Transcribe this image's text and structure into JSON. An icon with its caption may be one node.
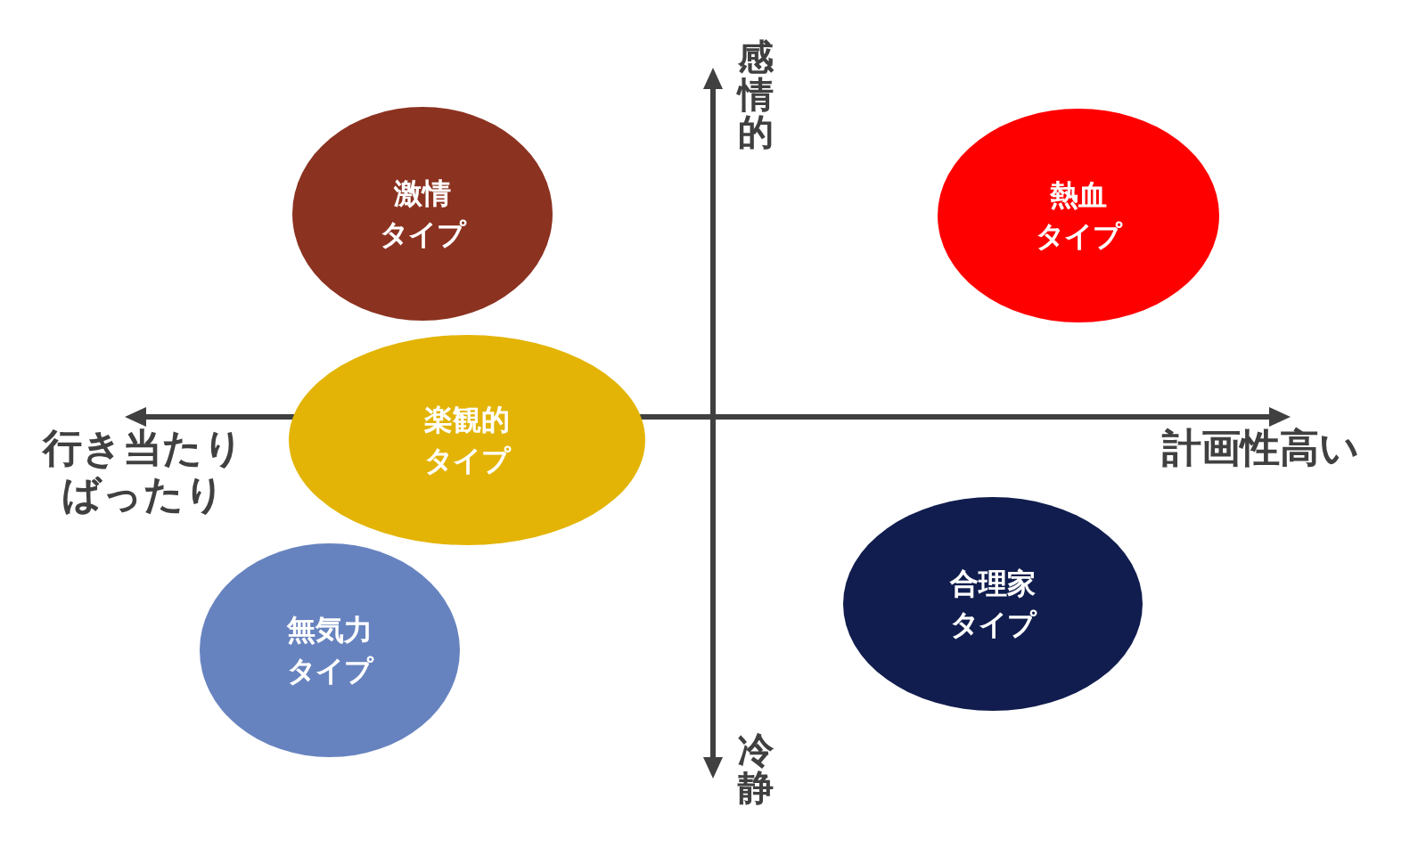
{
  "diagram": {
    "nodes": [
      {
        "text": [
          "激情タイプ"
        ]
      },
      {
        "text": [
          "熱血タイプ"
        ]
      },
      {
        "text": [
          "楽観的タイプ"
        ]
      },
      {
        "text": [
          "合理家タイプ"
        ]
      },
      {
        "text": [
          "無気力タイプ"
        ]
      }
    ],
    "labels": [
      "感情的",
      "行き当たりばったり",
      "計画性高い",
      "冷静"
    ]
  }
}
